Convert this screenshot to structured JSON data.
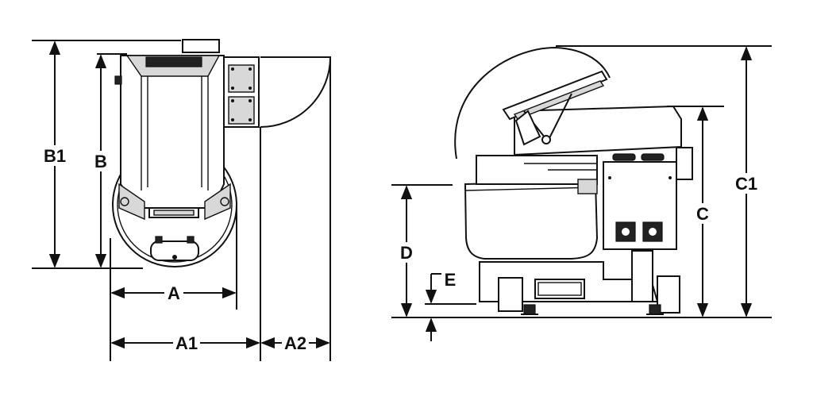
{
  "diagram": {
    "top_view": {
      "labels": {
        "a": "A",
        "a1": "A1",
        "a2": "A2",
        "b": "B",
        "b1": "B1"
      }
    },
    "side_view": {
      "labels": {
        "c": "C",
        "c1": "C1",
        "d": "D",
        "e": "E"
      }
    },
    "colors": {
      "line": "#111111",
      "fill": "#ffffff",
      "shade": "#d8d8d8"
    }
  }
}
